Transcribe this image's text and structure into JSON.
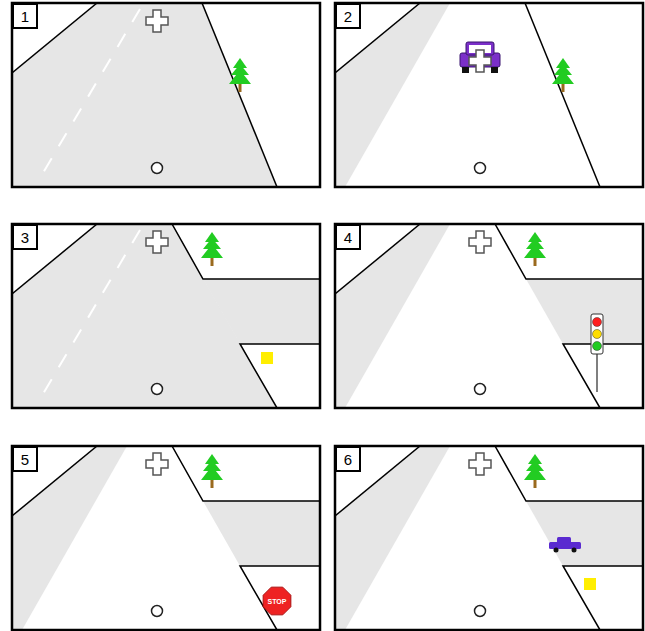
{
  "diagram": {
    "nodes": [
      {
        "text": [
          "1"
        ]
      },
      {
        "text": [
          "2"
        ]
      },
      {
        "text": [
          "3"
        ]
      },
      {
        "text": [
          "4"
        ]
      },
      {
        "text": [
          "5"
        ]
      },
      {
        "text": [
          "6"
        ]
      },
      {
        "text": [
          "STOP"
        ]
      }
    ]
  }
}
